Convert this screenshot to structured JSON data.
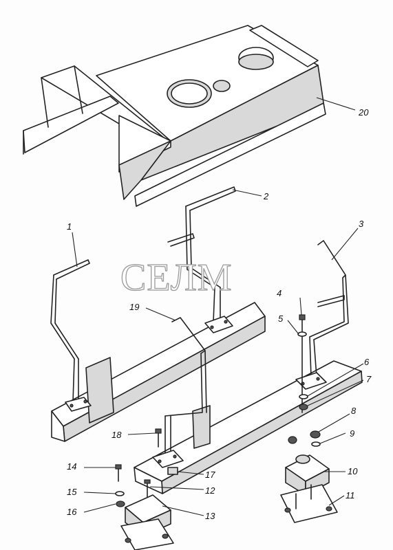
{
  "diagram": {
    "callouts": [
      "1",
      "2",
      "3",
      "4",
      "5",
      "6",
      "7",
      "8",
      "9",
      "10",
      "11",
      "12",
      "13",
      "14",
      "15",
      "16",
      "17",
      "18",
      "19",
      "20"
    ]
  },
  "watermark": {
    "text": "СЕЛМ"
  }
}
